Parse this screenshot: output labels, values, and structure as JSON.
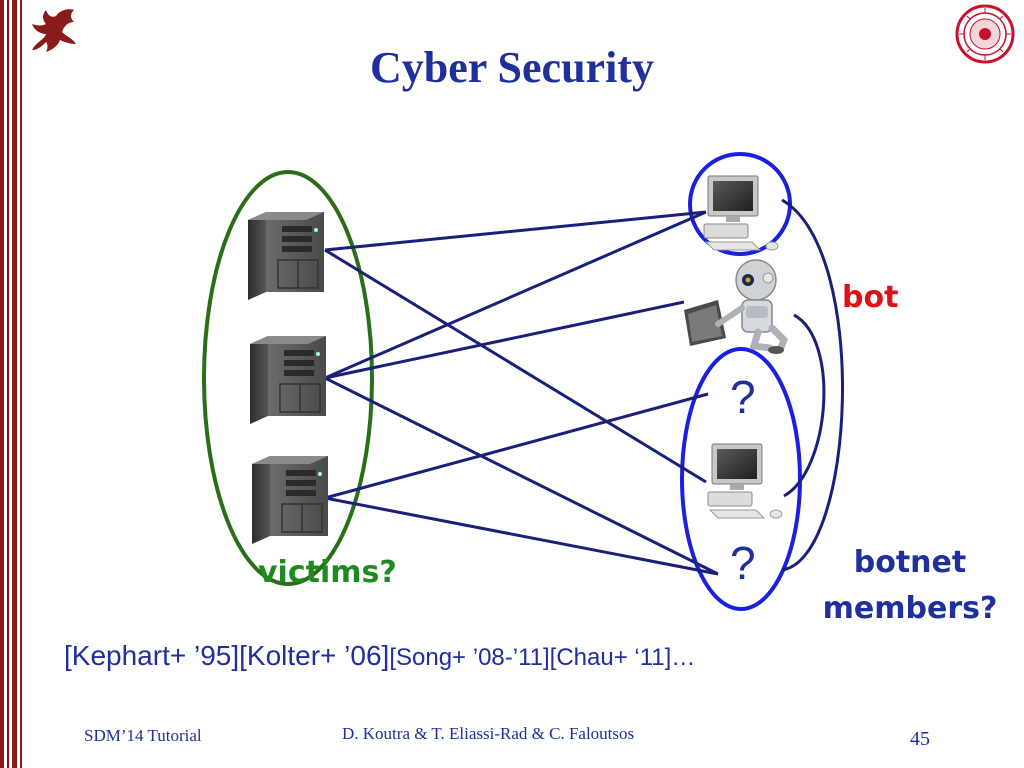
{
  "slide": {
    "title": "Cyber Security",
    "labels": {
      "bot": "bot",
      "victims": "victims?",
      "botnet_line1": "botnet",
      "botnet_line2": "members?",
      "question_mark_1": "?",
      "question_mark_2": "?"
    },
    "references": {
      "part1": "[Kephart+ ’95][Kolter+ ’06]",
      "part2": "[Song+ ’08-’11][Chau+ ‘11]…"
    },
    "footer": {
      "left": "SDM’14 Tutorial",
      "center": "D. Koutra & T. Eliassi-Rad & C. Faloutsos",
      "page_number": "45"
    }
  },
  "colors": {
    "title": "#1f2f9c",
    "bot_label": "#e0101a",
    "victims_label": "#1f8a1f",
    "edges": "#1a1f7a",
    "victims_ellipse": "#2a6e1a",
    "botnet_ellipses": "#1a1fe0",
    "left_rule": "#8b1a1a"
  },
  "icons": {
    "victims": [
      "server-icon",
      "server-icon",
      "server-icon"
    ],
    "right_nodes": [
      "desktop-computer-icon",
      "robot-typing-icon",
      "question-mark",
      "desktop-computer-icon",
      "question-mark"
    ],
    "logos": [
      "dragon-logo",
      "university-seal"
    ]
  }
}
